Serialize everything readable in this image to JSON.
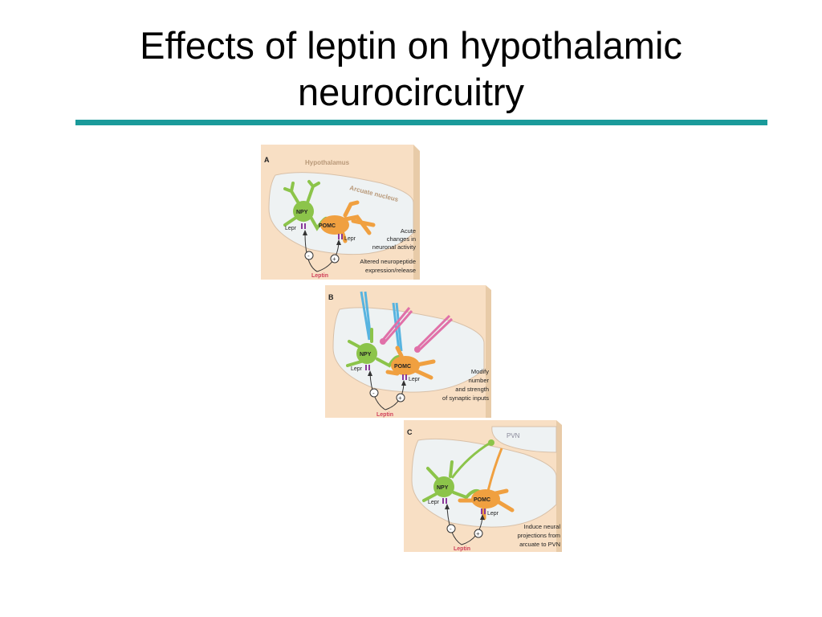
{
  "slide": {
    "title_line1": "Effects of leptin on hypothalamic",
    "title_line2": "neurocircuitry"
  },
  "colors": {
    "title_rule": "#1a9a9a",
    "panel_bg": "#f8dfc4",
    "nucleus_bg": "#eef2f3",
    "npy_neuron": "#8cc44a",
    "pomc_neuron": "#f0a040",
    "receptor": "#8a3a9a",
    "leptin_text": "#d0405a",
    "blue_input": "#58b4e0",
    "pink_input": "#e070a8"
  },
  "panels": [
    {
      "letter": "A",
      "region_label": "Hypothalamus",
      "nucleus_label": "Arcuate nucleus",
      "npy_label": "NPY",
      "pomc_label": "POMC",
      "npy_receptor_label": "Lepr",
      "pomc_receptor_label": "Lepr",
      "leptin_label": "Leptin",
      "minus_sign": "-",
      "plus_sign": "+",
      "caption_lines": [
        "Acute",
        "changes in",
        "neuronal activity",
        "Altered neuropeptide",
        "expression/release"
      ]
    },
    {
      "letter": "B",
      "npy_label": "NPY",
      "pomc_label": "POMC",
      "npy_receptor_label": "Lepr",
      "pomc_receptor_label": "Lepr",
      "leptin_label": "Leptin",
      "minus_sign": "-",
      "plus_sign": "+",
      "caption_lines": [
        "Modify",
        "number",
        "and strength",
        "of synaptic inputs"
      ]
    },
    {
      "letter": "C",
      "pvn_label": "PVN",
      "npy_label": "NPY",
      "pomc_label": "POMC",
      "npy_receptor_label": "Lepr",
      "pomc_receptor_label": "Lepr",
      "leptin_label": "Leptin",
      "minus_sign": "-",
      "plus_sign": "+",
      "caption_lines": [
        "Induce neural",
        "projections from",
        "arcuate to PVN"
      ]
    }
  ]
}
